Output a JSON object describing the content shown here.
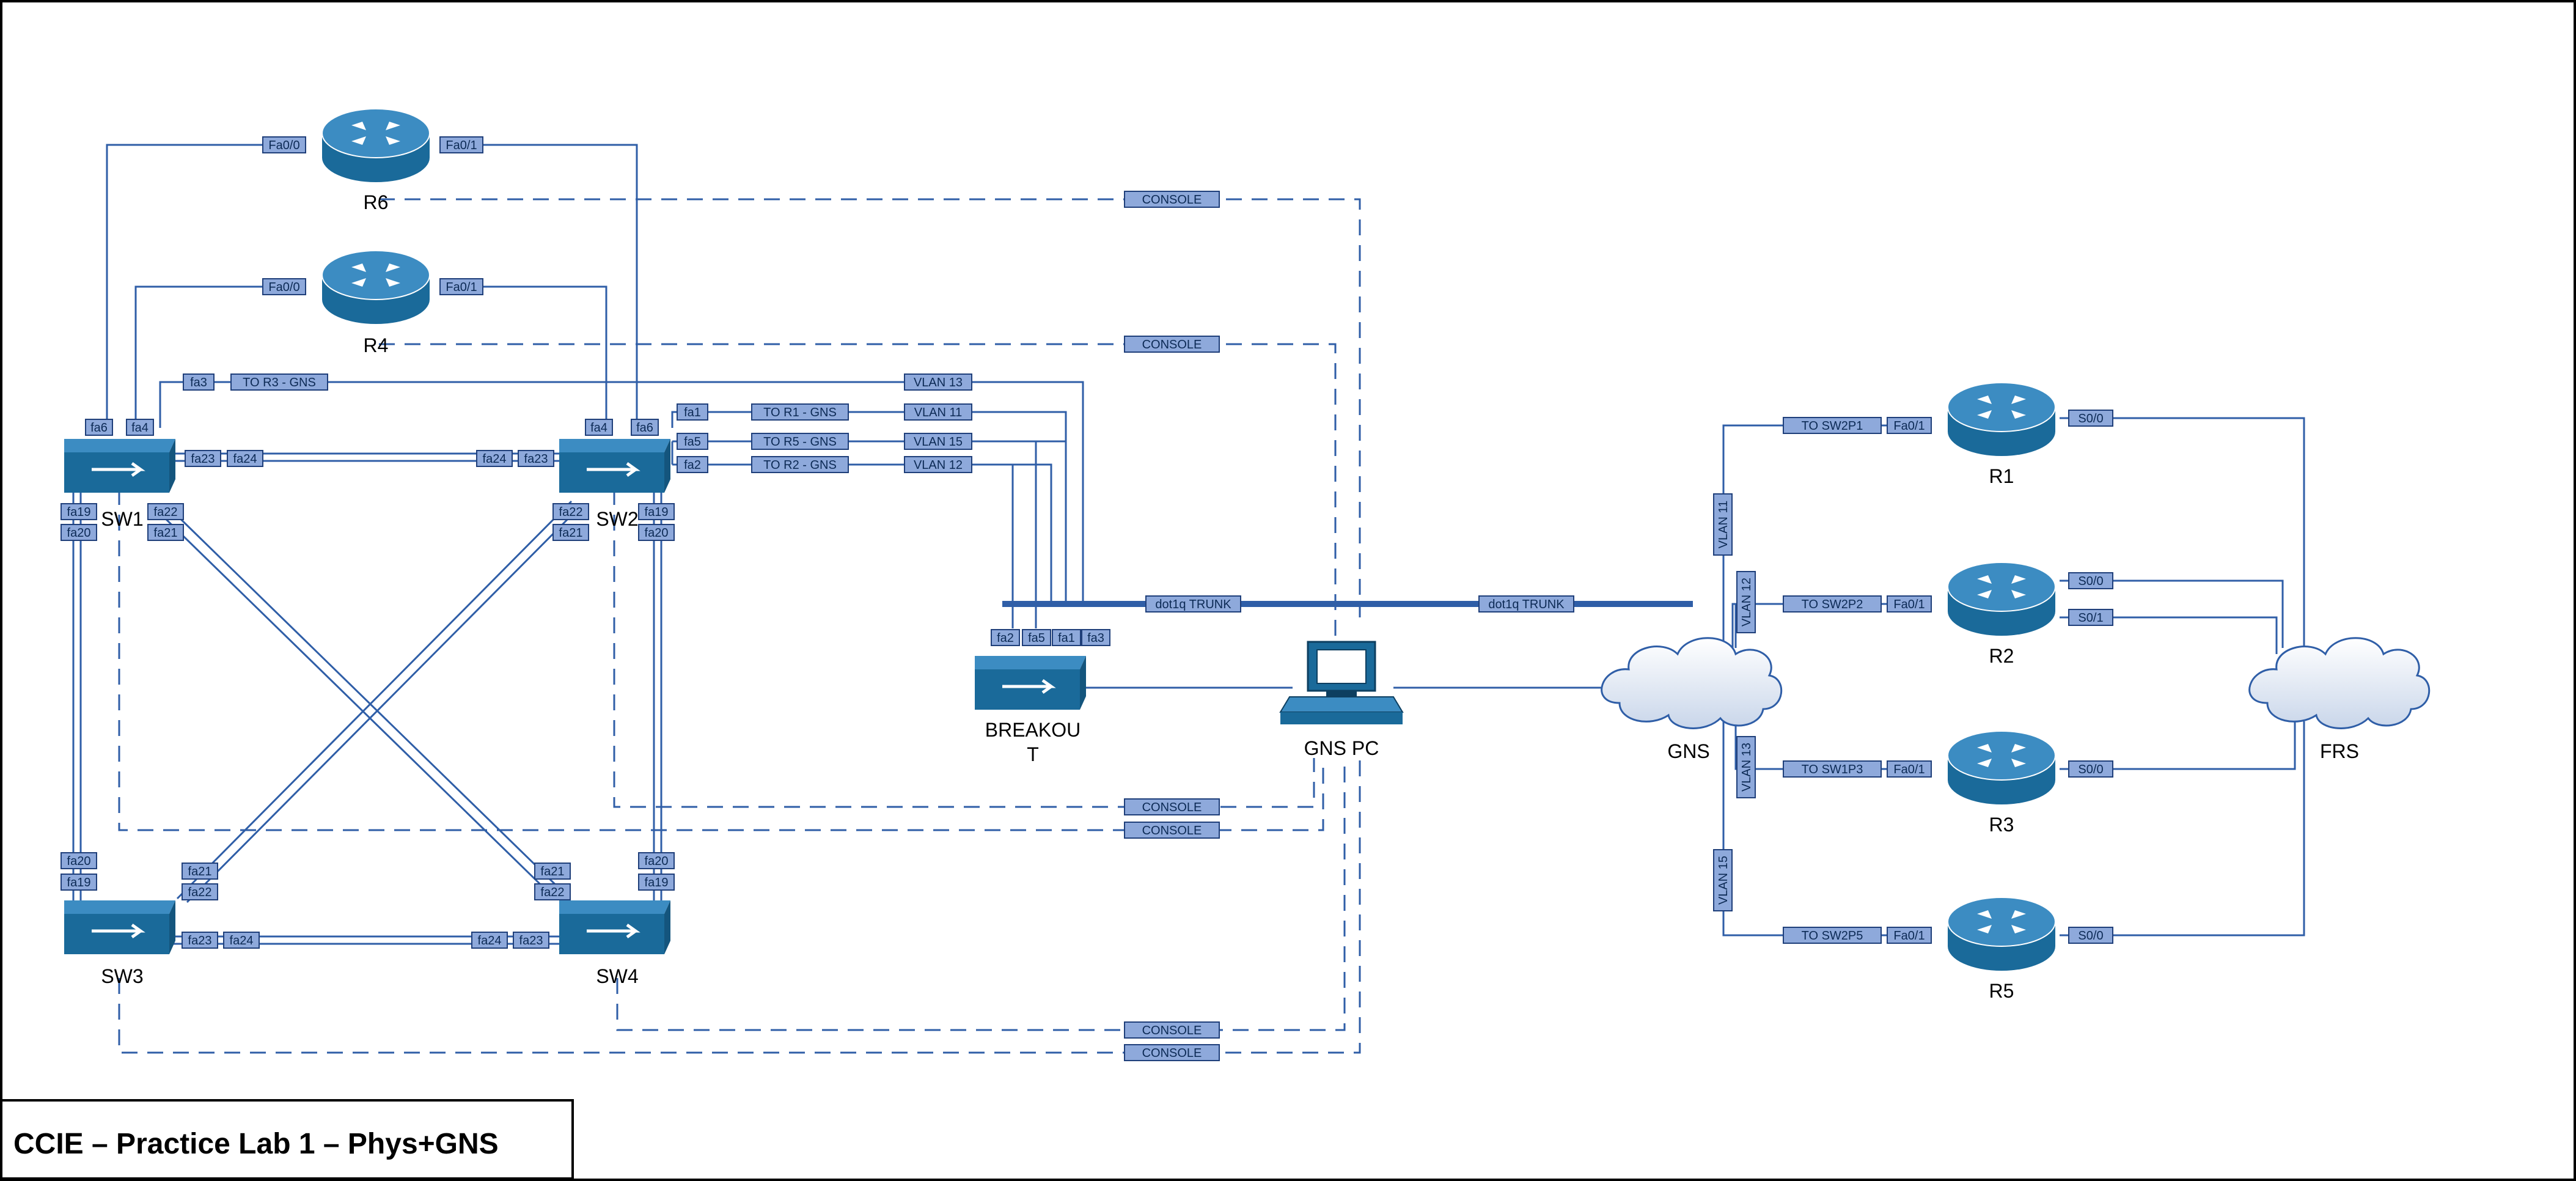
{
  "title": "CCIE – Practice Lab 1 – Phys+GNS",
  "colors": {
    "link": "#2f5ea7",
    "label_fill": "#8ea9db",
    "label_stroke": "#1f3f7a",
    "device": "#1a6a9a"
  },
  "devices": {
    "R6": "R6",
    "R4": "R4",
    "SW1": "SW1",
    "SW2": "SW2",
    "SW3": "SW3",
    "SW4": "SW4",
    "BREAKOUT_1": "BREAKOU",
    "BREAKOUT_2": "T",
    "GNS_PC": "GNS PC",
    "GNS": "GNS",
    "FRS": "FRS",
    "R1": "R1",
    "R2": "R2",
    "R3": "R3",
    "R5": "R5"
  },
  "labels": {
    "r6_fa00": "Fa0/0",
    "r6_fa01": "Fa0/1",
    "r4_fa00": "Fa0/0",
    "r4_fa01": "Fa0/1",
    "console": "CONSOLE",
    "sw1_fa6": "fa6",
    "sw1_fa4": "fa4",
    "sw1_fa3": "fa3",
    "to_r3_gns": "TO R3 - GNS",
    "sw2_fa4": "fa4",
    "sw2_fa6": "fa6",
    "sw2_fa1": "fa1",
    "sw2_fa5": "fa5",
    "sw2_fa2": "fa2",
    "to_r1_gns": "TO R1 - GNS",
    "to_r5_gns": "TO R5 - GNS",
    "to_r2_gns": "TO R2 - GNS",
    "vlan13": "VLAN 13",
    "vlan11": "VLAN 11",
    "vlan15": "VLAN 15",
    "vlan12": "VLAN 12",
    "fa23": "fa23",
    "fa24": "fa24",
    "fa19": "fa19",
    "fa20": "fa20",
    "fa21": "fa21",
    "fa22": "fa22",
    "dot1q": "dot1q TRUNK",
    "bo_fa2": "fa2",
    "bo_fa5": "fa5",
    "bo_fa1": "fa1",
    "bo_fa3": "fa3",
    "vlan11_v": "VLAN 11",
    "vlan12_v": "VLAN 12",
    "vlan13_v": "VLAN 13",
    "vlan15_v": "VLAN 15",
    "to_sw2p1": "TO SW2P1",
    "to_sw2p2": "TO SW2P2",
    "to_sw1p3": "TO SW1P3",
    "to_sw2p5": "TO SW2P5",
    "fa01": "Fa0/1",
    "s00": "S0/0",
    "s01": "S0/1"
  }
}
